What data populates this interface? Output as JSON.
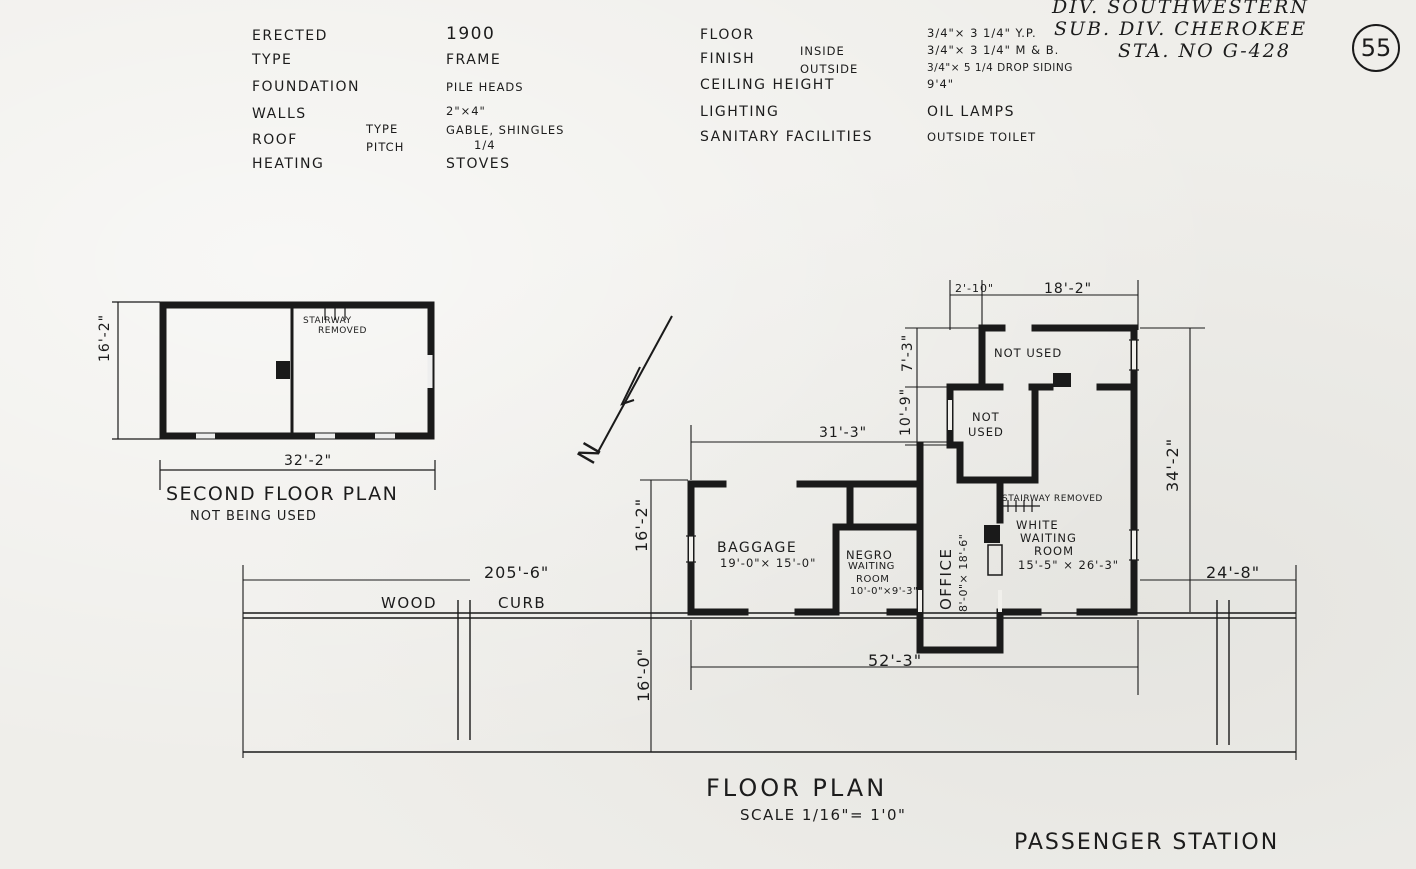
{
  "specs_left": [
    {
      "label": "Erected",
      "value": "1900"
    },
    {
      "label": "Type",
      "value": "Frame"
    },
    {
      "label": "Foundation",
      "value": "Pile Heads"
    },
    {
      "label": "Walls",
      "value": "2\"×4\""
    },
    {
      "label": "Roof",
      "sub_type": "Type",
      "sub_pitch": "Pitch",
      "value": "Gable, Shingles",
      "value2": "1/4"
    },
    {
      "label": "Heating",
      "value": "Stoves"
    }
  ],
  "specs_right": {
    "floor_label": "Floor",
    "floor_value": "3/4\"× 3 1/4\" Y.P.",
    "finish_label": "Finish",
    "finish_inside": "Inside",
    "finish_outside": "Outside",
    "finish_inside_value": "3/4\"× 3 1/4\" M & B.",
    "finish_outside_value": "3/4\"× 5 1/4 Drop Siding",
    "ceiling_label": "Ceiling Height",
    "ceiling_value": "9'4\"",
    "lighting_label": "Lighting",
    "lighting_value": "Oil Lamps",
    "sanitary_label": "Sanitary Facilities",
    "sanitary_value": "Outside Toilet"
  },
  "header": {
    "div": "Div. Southwestern",
    "subdiv": "Sub. Div. Cherokee",
    "station": "Sta. No G-428",
    "sheet_number": "55"
  },
  "second_floor": {
    "title": "Second Floor Plan",
    "subtitle": "Not Being Used",
    "width_dim": "32'-2\"",
    "depth_dim": "16'-2\"",
    "stair_note_1": "Stairway",
    "stair_note_2": "Removed"
  },
  "rooms": {
    "baggage": "Baggage",
    "baggage_dim": "19'-0\"× 15'-0\"",
    "negro_1": "Negro",
    "negro_2": "Waiting",
    "negro_3": "Room",
    "negro_dim": "10'-0\"×9'-3\"",
    "office": "Office",
    "office_dim": "8'-0\"× 18'-6\"",
    "not_used_1": "Not Used",
    "not_used_2a": "Not",
    "not_used_2b": "Used",
    "white_1": "White",
    "white_2": "Waiting",
    "white_3": "Room",
    "white_dim": "15'-5\" × 26'-3\"",
    "stair_removed": "Stairway Removed"
  },
  "dimensions": {
    "d_2_10": "2'-10\"",
    "d_18_2": "18'-2\"",
    "d_7_3": "7'-3\"",
    "d_10_9": "10'-9\"",
    "d_31_3": "31'-3\"",
    "d_34_2": "34'-2\"",
    "d_16_2": "16'-2\"",
    "d_24_8": "24'-8\"",
    "d_205_6": "205'-6\"",
    "d_52_3": "52'-3\"",
    "d_16_0": "16'-0\""
  },
  "platform": {
    "wood": "Wood",
    "curb": "Curb"
  },
  "north": "N",
  "footer": {
    "title": "Floor Plan",
    "scale": "Scale 1/16\"= 1'0\"",
    "building": "Passenger Station"
  }
}
